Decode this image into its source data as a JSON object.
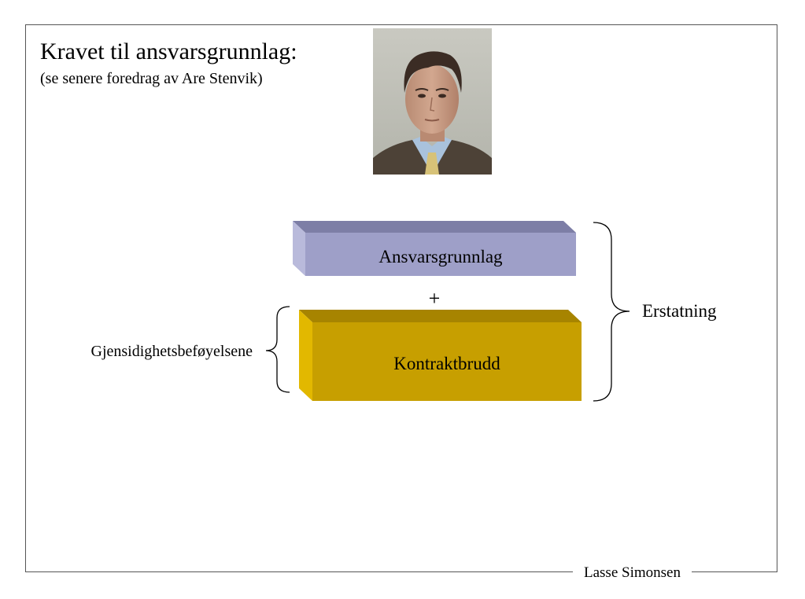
{
  "slide": {
    "title": "Kravet til ansvarsgrunnlag:",
    "subtitle": "(se senere foredrag av Are Stenvik)",
    "footer": "Lasse Simonsen"
  },
  "diagram": {
    "box_top_label": "Ansvarsgrunnlag",
    "plus": "+",
    "box_bottom_label": "Kontraktbrudd",
    "right_brace_label": "Erstatning",
    "left_brace_label": "Gjensidighetsbeføyelsene"
  },
  "colors": {
    "box_top_front": "#9e9fc8",
    "box_top_top": "#7d7ea6",
    "box_top_side": "#b9badb",
    "box_bottom_front": "#c79f00",
    "box_bottom_top": "#a78400",
    "box_bottom_side": "#e2b800"
  }
}
